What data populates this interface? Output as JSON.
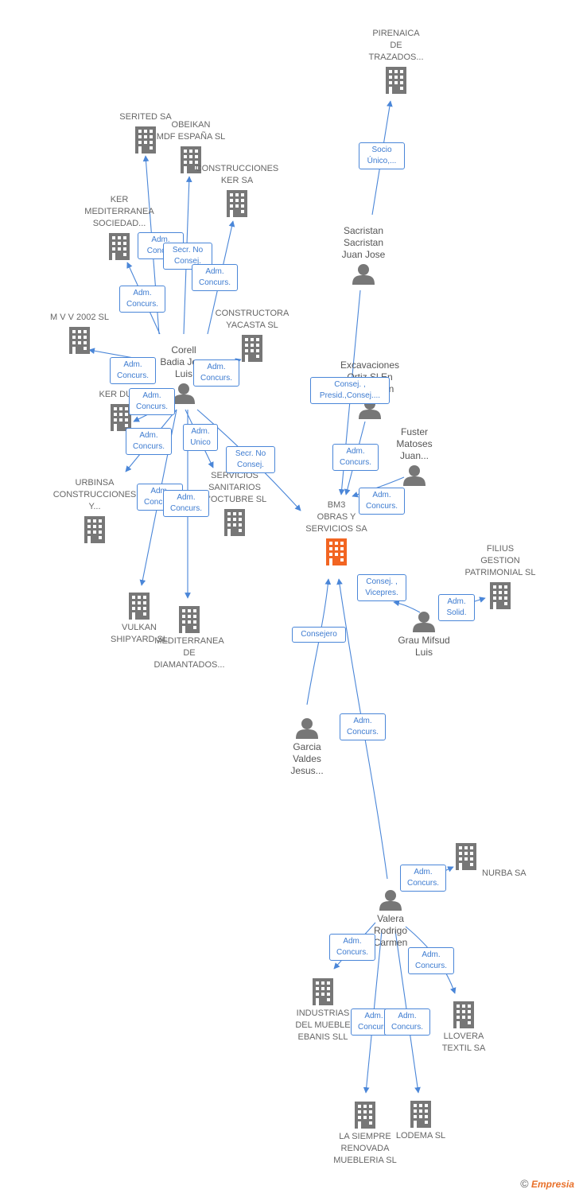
{
  "colors": {
    "edge": "#4a86d8",
    "building": "#777777",
    "focus": "#f26522",
    "person": "#777777",
    "text": "#666666"
  },
  "icons": {
    "company": "building-icon",
    "person": "person-icon"
  },
  "nodes": [
    {
      "id": "pirenaica",
      "kind": "company",
      "label": "PIRENAICA\nDE\nTRAZADOS..."
    },
    {
      "id": "serited",
      "kind": "company",
      "label": "SERITED SA"
    },
    {
      "id": "obeikan",
      "kind": "company",
      "label": "OBEIKAN\nMDF ESPAÑA SL"
    },
    {
      "id": "construcciones_ker",
      "kind": "company",
      "label": "CONSTRUCCIONES\nKER SA"
    },
    {
      "id": "ker_mediterranea",
      "kind": "company",
      "label": "KER\nMEDITERRANEA\nSOCIEDAD..."
    },
    {
      "id": "mvv",
      "kind": "company",
      "label": "M V V 2002 SL"
    },
    {
      "id": "yacasta",
      "kind": "company",
      "label": "CONSTRUCTORA\nYACASTA SL"
    },
    {
      "id": "ker_dual",
      "kind": "company",
      "label": "KER DUAL"
    },
    {
      "id": "urbinsa",
      "kind": "company",
      "label": "URBINSA\nCONSTRUCCIONES\nY..."
    },
    {
      "id": "sanitarios",
      "kind": "company",
      "label": "SERVICIOS\nSANITARIOS\nD'OCTUBRE SL"
    },
    {
      "id": "bm3",
      "kind": "focus",
      "label": "BM3\nOBRAS Y\nSERVICIOS SA"
    },
    {
      "id": "filius",
      "kind": "company",
      "label": "FILIUS\nGESTION\nPATRIMONIAL SL"
    },
    {
      "id": "vulkan",
      "kind": "company",
      "label": "VULKAN\nSHIPYARD SL"
    },
    {
      "id": "med_diamantados",
      "kind": "company",
      "label": "MEDITERRANEA\nDE\nDIAMANTADOS..."
    },
    {
      "id": "nurba",
      "kind": "company",
      "label": "NURBA SA"
    },
    {
      "id": "industrias",
      "kind": "company",
      "label": "INDUSTRIAS\nDEL MUEBLE\nEBANIS SLL"
    },
    {
      "id": "llovera",
      "kind": "company",
      "label": "LLOVERA\nTEXTIL SA"
    },
    {
      "id": "siempre",
      "kind": "company",
      "label": "LA SIEMPRE\nRENOVADA\nMUEBLERIA SL"
    },
    {
      "id": "lodema",
      "kind": "company",
      "label": "LODEMA SL"
    },
    {
      "id": "sacristan",
      "kind": "person",
      "label": "Sacristan\nSacristan\nJuan Jose"
    },
    {
      "id": "corell",
      "kind": "person",
      "label": "Corell\nBadia Jose\nLuis"
    },
    {
      "id": "excavaciones",
      "kind": "person",
      "label": "Excavaciones\nOrtiz Sl En\nLiquidacion"
    },
    {
      "id": "fuster",
      "kind": "person",
      "label": "Fuster\nMatoses\nJuan..."
    },
    {
      "id": "grau",
      "kind": "person",
      "label": "Grau Mifsud\nLuis"
    },
    {
      "id": "garcia",
      "kind": "person",
      "label": "Garcia\nValdes\nJesus..."
    },
    {
      "id": "valera",
      "kind": "person",
      "label": "Valera\nRodrigo\nCarmen"
    }
  ],
  "edges": [
    {
      "id": "e1",
      "from": "sacristan",
      "to": "pirenaica",
      "label": "Socio\nÚnico,..."
    },
    {
      "id": "e2",
      "from": "corell",
      "to": "serited",
      "label": "Adm.\nConcur."
    },
    {
      "id": "e3",
      "from": "corell",
      "to": "obeikan",
      "label": "Secr. No\nConsej."
    },
    {
      "id": "e4",
      "from": "corell",
      "to": "construcciones_ker",
      "label": "Adm.\nConcurs."
    },
    {
      "id": "e5",
      "from": "corell",
      "to": "ker_mediterranea",
      "label": "Adm.\nConcurs."
    },
    {
      "id": "e6",
      "from": "corell",
      "to": "mvv",
      "label": "Adm.\nConcurs."
    },
    {
      "id": "e7",
      "from": "corell",
      "to": "yacasta",
      "label": "Adm.\nConcurs."
    },
    {
      "id": "e8",
      "from": "corell",
      "to": "ker_dual",
      "label": "Adm.\nConcurs."
    },
    {
      "id": "e9",
      "from": "corell",
      "to": "urbinsa",
      "label": "Adm.\nConcurs."
    },
    {
      "id": "e10",
      "from": "corell",
      "to": "sanitarios",
      "label": "Adm.\nUnico"
    },
    {
      "id": "e11",
      "from": "corell",
      "to": "bm3",
      "label": "Secr. No\nConsej."
    },
    {
      "id": "e12",
      "from": "corell",
      "to": "vulkan",
      "label": "Adm.\nConcurs."
    },
    {
      "id": "e13",
      "from": "corell",
      "to": "med_diamantados",
      "label": "Adm.\nConcurs."
    },
    {
      "id": "e14",
      "from": "sacristan",
      "to": "bm3",
      "label": "Consej. ,\nPresid.,Consej...."
    },
    {
      "id": "e15",
      "from": "excavaciones",
      "to": "bm3",
      "label": "Adm.\nConcurs."
    },
    {
      "id": "e16",
      "from": "fuster",
      "to": "bm3",
      "label": "Adm.\nConcurs."
    },
    {
      "id": "e17",
      "from": "grau",
      "to": "bm3",
      "label": "Consej. ,\nVicepres."
    },
    {
      "id": "e18",
      "from": "grau",
      "to": "filius",
      "label": "Adm.\nSolid."
    },
    {
      "id": "e19",
      "from": "garcia",
      "to": "bm3",
      "label": "Consejero"
    },
    {
      "id": "e20",
      "from": "valera",
      "to": "bm3",
      "label": "Adm.\nConcurs."
    },
    {
      "id": "e21",
      "from": "valera",
      "to": "nurba",
      "label": "Adm.\nConcurs."
    },
    {
      "id": "e22",
      "from": "valera",
      "to": "industrias",
      "label": "Adm.\nConcurs."
    },
    {
      "id": "e23",
      "from": "valera",
      "to": "llovera",
      "label": "Adm.\nConcurs."
    },
    {
      "id": "e24",
      "from": "valera",
      "to": "siempre",
      "label": "Adm.\nConcurs."
    },
    {
      "id": "e25",
      "from": "valera",
      "to": "lodema",
      "label": "Adm.\nConcurs."
    }
  ],
  "footer": {
    "copyright": "©",
    "brand": "Empresia"
  }
}
